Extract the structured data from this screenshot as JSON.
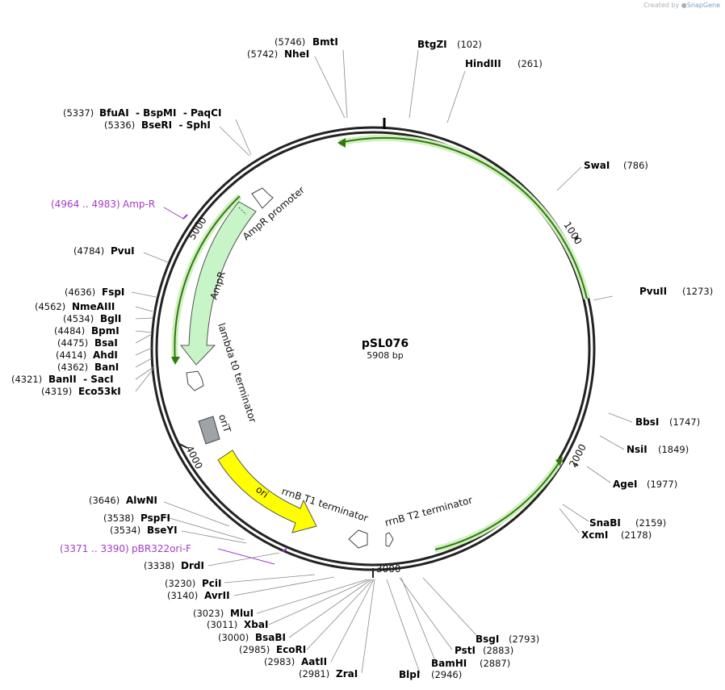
{
  "credit": {
    "prefix": "Created by",
    "brand": "SnapGene"
  },
  "plasmid": {
    "name": "pSL076",
    "length_text": "5908 bp",
    "length": 5908
  },
  "ticks": [
    {
      "label": "1000",
      "pos": 1000
    },
    {
      "label": "2000",
      "pos": 2000
    },
    {
      "label": "3000",
      "pos": 3000
    },
    {
      "label": "4000",
      "pos": 4000
    },
    {
      "label": "5000",
      "pos": 5000
    }
  ],
  "features": [
    {
      "name": "AmpR promoter",
      "type": "promoter"
    },
    {
      "name": "AmpR",
      "type": "cds"
    },
    {
      "name": "lambda t0 terminator",
      "type": "terminator"
    },
    {
      "name": "oriT",
      "type": "oriT"
    },
    {
      "name": "ori",
      "type": "ori"
    },
    {
      "name": "rrnB T1 terminator",
      "type": "terminator"
    },
    {
      "name": "rrnB T2 terminator",
      "type": "terminator"
    }
  ],
  "primers": [
    {
      "range": "(4964 .. 4983)",
      "name": "Amp-R"
    },
    {
      "range": "(3371 .. 3390)",
      "name": "pBR322ori-F"
    }
  ],
  "sites": [
    {
      "pos": "(5746)",
      "name": "BmtI"
    },
    {
      "pos": "(5742)",
      "name": "NheI"
    },
    {
      "pos": "(102)",
      "name": "BtgZI"
    },
    {
      "pos": "(261)",
      "name": "HindIII"
    },
    {
      "pos": "(5337)",
      "name": "BfuAI  - BspMI  - PaqCI"
    },
    {
      "pos": "(5336)",
      "name": "BseRI  - SphI"
    },
    {
      "pos": "(786)",
      "name": "SwaI"
    },
    {
      "pos": "(4784)",
      "name": "PvuI"
    },
    {
      "pos": "(1273)",
      "name": "PvuII"
    },
    {
      "pos": "(4636)",
      "name": "FspI"
    },
    {
      "pos": "(4562)",
      "name": "NmeAIII"
    },
    {
      "pos": "(4534)",
      "name": "BglI"
    },
    {
      "pos": "(4484)",
      "name": "BpmI"
    },
    {
      "pos": "(4475)",
      "name": "BsaI"
    },
    {
      "pos": "(4414)",
      "name": "AhdI"
    },
    {
      "pos": "(4362)",
      "name": "BanI"
    },
    {
      "pos": "(4321)",
      "name": "BanII  - SacI"
    },
    {
      "pos": "(4319)",
      "name": "Eco53kI"
    },
    {
      "pos": "(1747)",
      "name": "BbsI"
    },
    {
      "pos": "(1849)",
      "name": "NsiI"
    },
    {
      "pos": "(1977)",
      "name": "AgeI"
    },
    {
      "pos": "(2159)",
      "name": "SnaBI"
    },
    {
      "pos": "(2178)",
      "name": "XcmI"
    },
    {
      "pos": "(3646)",
      "name": "AlwNI"
    },
    {
      "pos": "(3538)",
      "name": "PspFI"
    },
    {
      "pos": "(3534)",
      "name": "BseYI"
    },
    {
      "pos": "(3338)",
      "name": "DrdI"
    },
    {
      "pos": "(3230)",
      "name": "PciI"
    },
    {
      "pos": "(3140)",
      "name": "AvrII"
    },
    {
      "pos": "(3023)",
      "name": "MluI"
    },
    {
      "pos": "(3011)",
      "name": "XbaI"
    },
    {
      "pos": "(3000)",
      "name": "BsaBI"
    },
    {
      "pos": "(2985)",
      "name": "EcoRI"
    },
    {
      "pos": "(2983)",
      "name": "AatII"
    },
    {
      "pos": "(2981)",
      "name": "ZraI"
    },
    {
      "pos": "(2793)",
      "name": "BsgI"
    },
    {
      "pos": "(2883)",
      "name": "PstI"
    },
    {
      "pos": "(2887)",
      "name": "BamHI"
    },
    {
      "pos": "(2946)",
      "name": "BlpI"
    }
  ]
}
